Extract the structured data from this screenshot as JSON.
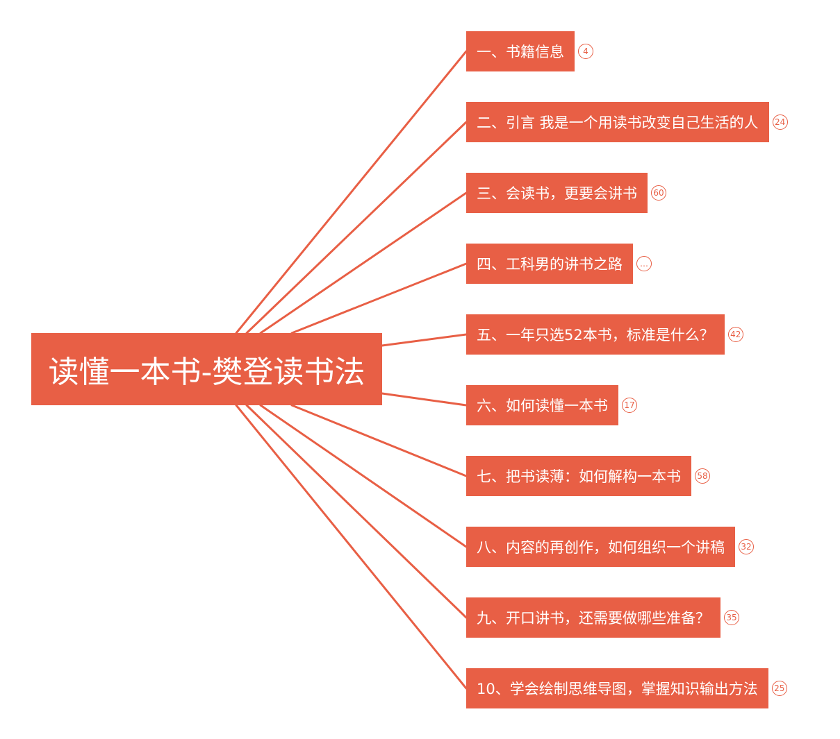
{
  "colors": {
    "node_fill": "#e85f45",
    "connector": "#e85f45",
    "badge": "#e85f45"
  },
  "root": {
    "title": "读懂一本书-樊登读书法"
  },
  "branches": [
    {
      "label": "一、书籍信息",
      "count": "4"
    },
    {
      "label": "二、引言 我是一个用读书改变自己生活的人",
      "count": "24"
    },
    {
      "label": "三、会读书，更要会讲书",
      "count": "60"
    },
    {
      "label": "四、工科男的讲书之路",
      "count": "…"
    },
    {
      "label": "五、一年只选52本书，标准是什么？",
      "count": "42"
    },
    {
      "label": "六、如何读懂一本书",
      "count": "17"
    },
    {
      "label": "七、把书读薄：如何解构一本书",
      "count": "58"
    },
    {
      "label": "八、内容的再创作，如何组织一个讲稿",
      "count": "32"
    },
    {
      "label": "九、开口讲书，还需要做哪些准备？",
      "count": "35"
    },
    {
      "label": "10、学会绘制思维导图，掌握知识输出方法",
      "count": "25"
    }
  ]
}
